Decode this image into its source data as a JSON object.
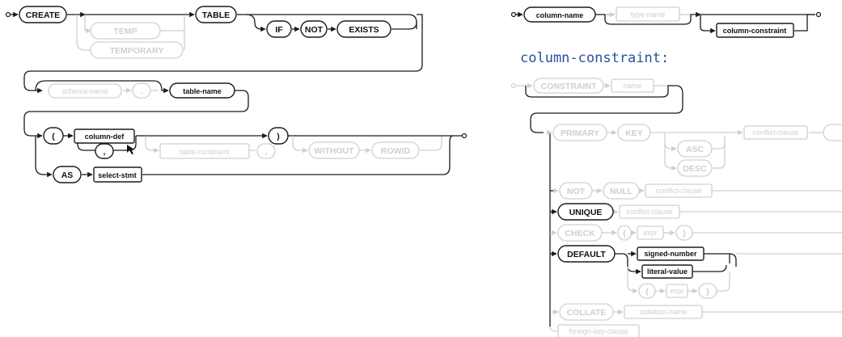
{
  "diagram_left": {
    "create": "CREATE",
    "temp": "TEMP",
    "temporary": "TEMPORARY",
    "table": "TABLE",
    "if": "IF",
    "not": "NOT",
    "exists": "EXISTS",
    "schema_name": "schema-name",
    "dot": ".",
    "table_name": "table-name",
    "lparen": "(",
    "column_def": "column-def",
    "comma": ",",
    "table_constraint": "table-constraint",
    "comma2": ",",
    "rparen": ")",
    "without": "WITHOUT",
    "rowid": "ROWID",
    "as": "AS",
    "select_stmt": "select-stmt"
  },
  "diagram_top_right": {
    "column_name": "column-name",
    "type_name": "type-name",
    "column_constraint": "column-constraint"
  },
  "section_heading": "column-constraint:",
  "diagram_right": {
    "constraint": "CONSTRAINT",
    "name": "name",
    "primary": "PRIMARY",
    "key": "KEY",
    "asc": "ASC",
    "desc": "DESC",
    "conflict_clause_1": "conflict-clause",
    "not": "NOT",
    "null": "NULL",
    "conflict_clause_2": "conflict-clause",
    "unique": "UNIQUE",
    "conflict_clause_3": "conflict-clause",
    "check": "CHECK",
    "check_lparen": "(",
    "check_expr": "expr",
    "check_rparen": ")",
    "default": "DEFAULT",
    "signed_number": "signed-number",
    "literal_value": "literal-value",
    "default_lparen": "(",
    "default_expr": "expr",
    "default_rparen": ")",
    "collate": "COLLATE",
    "collation_name": "collation-name",
    "foreign_key_clause": "foreign-key-clause"
  }
}
